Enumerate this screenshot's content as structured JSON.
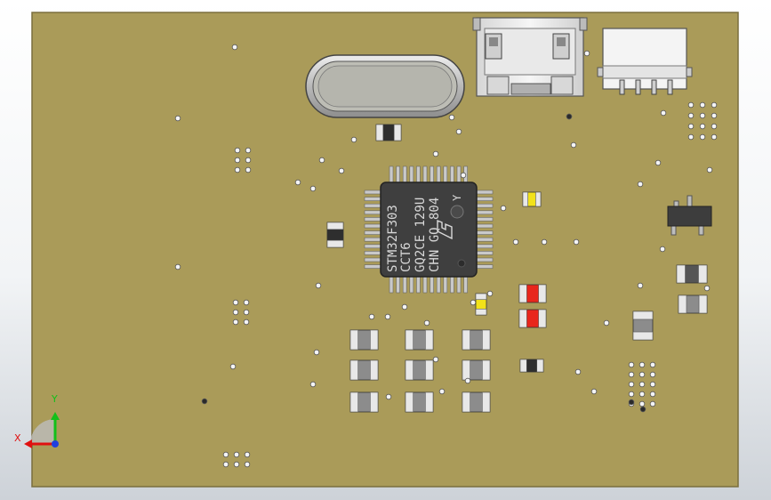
{
  "colors": {
    "board": "#aa9b59",
    "board_edge": "#7a6e3e",
    "chip": "#3f3f3f",
    "pin": "#c9c9c9",
    "led_red": "#e8261c",
    "led_yellow": "#f2e21a",
    "axis_x": "#e01010",
    "axis_y": "#12c01a",
    "axis_z": "#1f3fe0"
  },
  "chip": {
    "line1": "STM32F303",
    "line2": "CCT6",
    "line3": "GQ2CE 129U",
    "line4": "CHN GQ 804",
    "side_mark": "Y"
  },
  "axes": {
    "x_label": "X",
    "y_label": "Y"
  },
  "icons": {
    "logo": "st-logo-icon",
    "axis": "axis-triad-icon"
  }
}
